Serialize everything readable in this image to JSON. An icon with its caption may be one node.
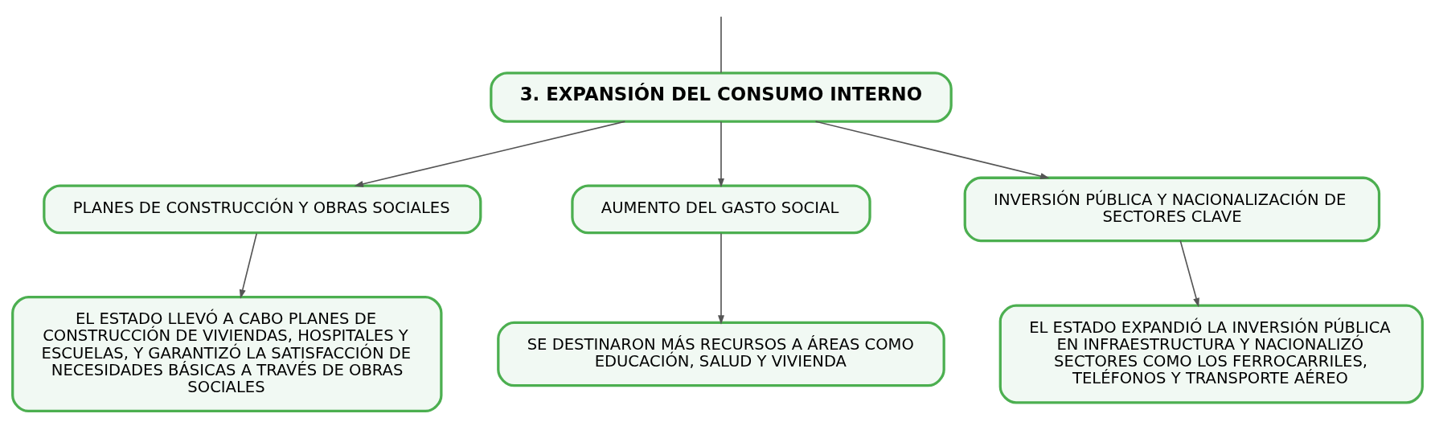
{
  "diagram": {
    "nodes": [
      {
        "text": [
          "3. EXPANSIÓN DEL CONSUMO INTERNO"
        ]
      },
      {
        "text": [
          "PLANES DE CONSTRUCCIÓN Y OBRAS SOCIALES"
        ]
      },
      {
        "text": [
          "AUMENTO DEL GASTO SOCIAL"
        ]
      },
      {
        "text": [
          "INVERSIÓN PÚBLICA Y NACIONALIZACIÓN DE SECTORES CLAVE"
        ]
      },
      {
        "text": [
          "EL ESTADO LLEVÓ A CABO PLANES DE CONSTRUCCIÓN DE VIVIENDAS, HOSPITALES Y ESCUELAS, Y GARANTIZÓ LA SATISFACCIÓN DE NECESIDADES BÁSICAS A TRAVÉS DE OBRAS SOCIALES"
        ]
      },
      {
        "text": [
          "SE DESTINARON MÁS RECURSOS A ÁREAS COMO EDUCACIÓN, SALUD Y VIVIENDA"
        ]
      },
      {
        "text": [
          "EL ESTADO EXPANDIÓ LA INVERSIÓN PÚBLICA EN INFRAESTRUCTURA Y NACIONALIZÓ SECTORES COMO LOS FERROCARRILES, TELÉFONOS Y TRANSPORTE AÉREO"
        ]
      }
    ],
    "edges": [
      {
        "from": null,
        "to": 0,
        "arrow": "none"
      },
      {
        "from": 0,
        "to": 1,
        "arrow": "to"
      },
      {
        "from": 0,
        "to": 2,
        "arrow": "to"
      },
      {
        "from": 0,
        "to": 3,
        "arrow": "to"
      },
      {
        "from": 1,
        "to": 4,
        "arrow": "to"
      },
      {
        "from": 2,
        "to": 5,
        "arrow": "to"
      },
      {
        "from": 3,
        "to": 6,
        "arrow": "to"
      }
    ]
  }
}
